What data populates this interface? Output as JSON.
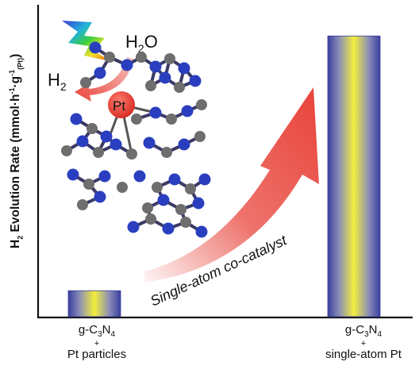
{
  "chart_data": {
    "type": "bar",
    "categories": [
      {
        "line1": "g-C",
        "sub1": "3",
        "mid": "N",
        "sub2": "4",
        "plus": "+",
        "line2": "Pt particles"
      },
      {
        "line1": "g-C",
        "sub1": "3",
        "mid": "N",
        "sub2": "4",
        "plus": "+",
        "line2": "single-atom Pt"
      }
    ],
    "values": [
      1,
      10.8
    ],
    "ylim": [
      0,
      12
    ],
    "ylabel": {
      "main": "H",
      "sub": "2",
      "rest": " Evolution Rate (mmol·h",
      "sup1": "-1",
      "mid": "·g",
      "sup2": "-1",
      "unit_sub": "(Pt)",
      "close": ")"
    },
    "annotations": {
      "arrow_text": "Single-atom co-catalyst",
      "h2o": {
        "main": "H",
        "sub": "2",
        "rest": "O"
      },
      "h2": {
        "main": "H",
        "sub": "2"
      },
      "pt": "Pt"
    },
    "colors": {
      "bar_edge": "#3a3f9e",
      "bar_center": "#f2ee3c",
      "arrow": "#e8433a",
      "atom_n": "#2a3fbf",
      "atom_c": "#6e6e6e",
      "atom_pt": "#e8392e"
    }
  }
}
